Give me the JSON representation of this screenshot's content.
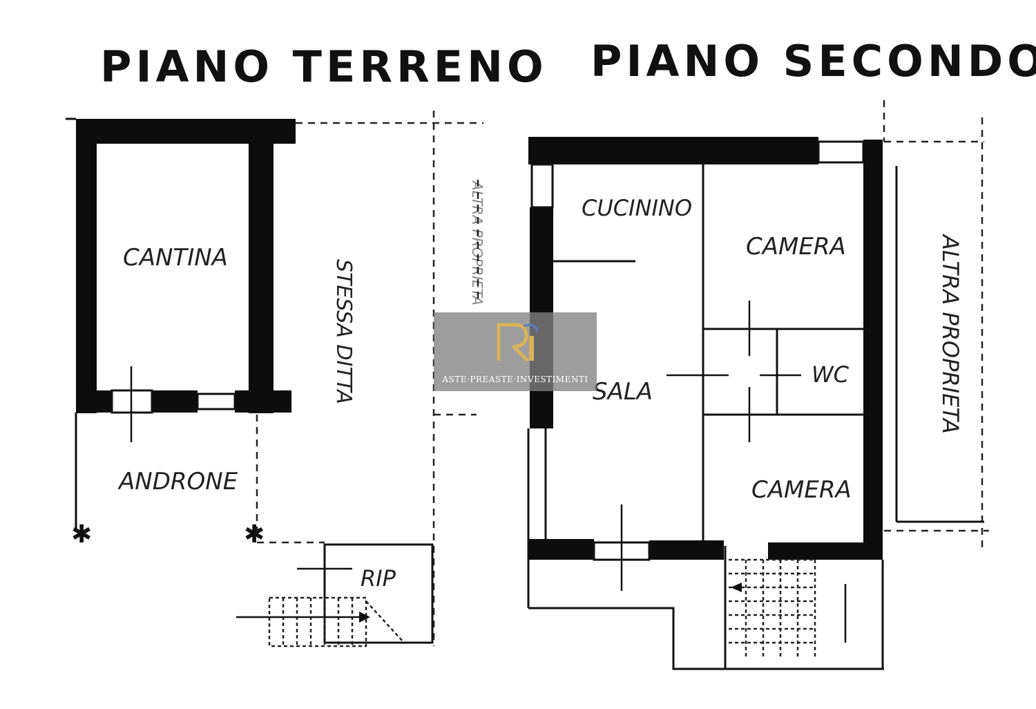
{
  "floors": [
    {
      "title": "PIANO TERRENO",
      "rooms": [
        "CANTINA",
        "ANDRONE",
        "RIP"
      ],
      "side_labels": [
        "STESSA DITTA",
        "ALTRA PROPRIETA"
      ]
    },
    {
      "title": "PIANO SECONDO",
      "rooms": [
        "CUCININO",
        "CAMERA",
        "SALA",
        "WC",
        "CAMERA"
      ],
      "side_labels": [
        "ALTRA PROPRIETA"
      ]
    }
  ],
  "watermark": {
    "logo": "RI",
    "text": "ASTE·PREASTE·INVESTIMENTI",
    "logo_color": "#d9b25a"
  }
}
